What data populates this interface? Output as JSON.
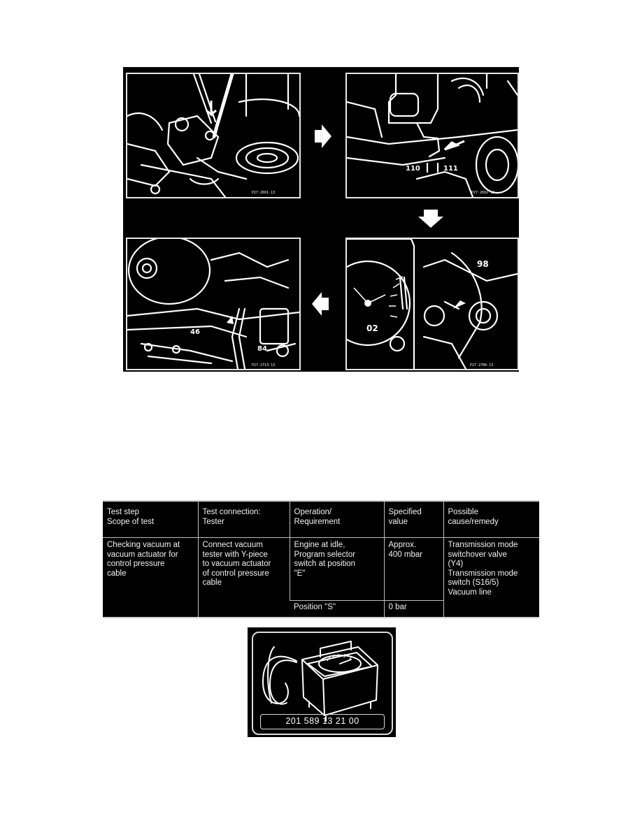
{
  "figure": {
    "panel_1": {
      "code": "P27·2691·13"
    },
    "panel_2": {
      "labels": [
        "110",
        "111"
      ],
      "code": "P27·2692·13"
    },
    "panel_3": {
      "labels": [
        "46",
        "84"
      ],
      "code": "P27·2713·13"
    },
    "panel_4": {
      "labels": [
        "98",
        "02"
      ],
      "code": "P27·2706·13"
    }
  },
  "table": {
    "headers": [
      "Test step\nScope of test",
      "Test connection:\nTester",
      "Operation/\nRequirement",
      "Specified\nvalue",
      "Possible\ncause/remedy"
    ],
    "row": {
      "test_step": "Checking vacuum at\nvacuum actuator for\ncontrol pressure\ncable",
      "test_connection": "Connect vacuum\ntester with Y-piece\nto vacuum actuator\nof control pressure\ncable",
      "operation_1": "Engine at idle,\nProgram selector\nswitch at position\n\"E\"",
      "value_1": "Approx.\n400 mbar",
      "operation_2": "Position \"S\"",
      "value_2": "0 bar",
      "remedy": "Transmission mode\nswitchover valve\n(Y4)\nTransmission mode\nswitch (S16/5)\nVacuum line"
    }
  },
  "tester": {
    "part_number": "201 589 13 21 00"
  }
}
